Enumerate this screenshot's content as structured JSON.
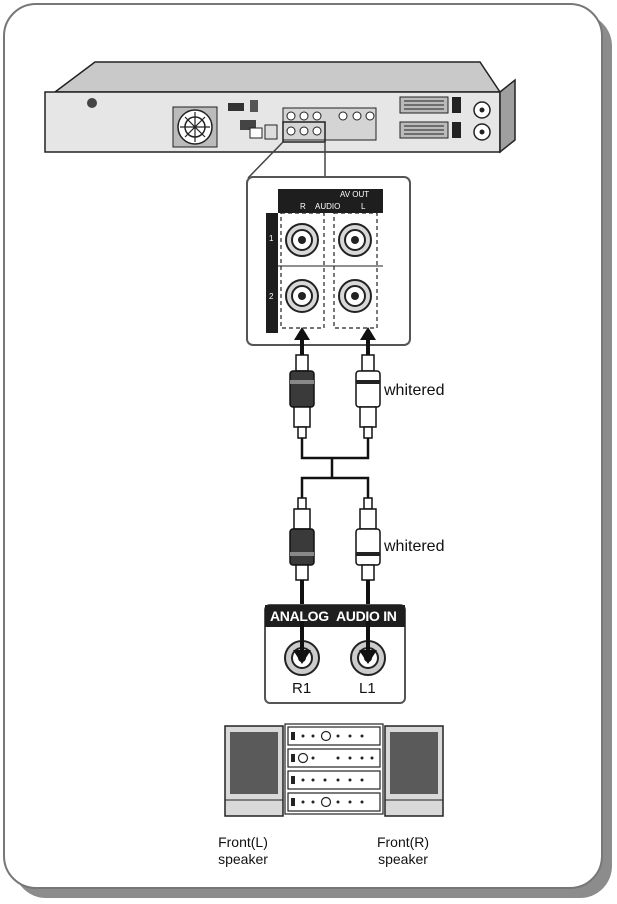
{
  "panel": {
    "section_title": "AV OUT",
    "audio_label": "AUDIO",
    "row_labels": [
      "1",
      "2"
    ],
    "channel_marks": [
      "R",
      "L"
    ]
  },
  "upper_cable": {
    "label": "whitered"
  },
  "lower_cable": {
    "label": "whitered"
  },
  "receiver": {
    "banner_left": "ANALOG",
    "banner_right": "AUDIO IN",
    "jack_left": "R1",
    "jack_right": "L1"
  },
  "speakers": {
    "left": [
      "Front(L)",
      "speaker"
    ],
    "right": [
      "Front(R)",
      "speaker"
    ]
  },
  "colors": {
    "outline": "#222222",
    "panel_dark": "#1e1e1e",
    "speaker_cabinet": "#d9d9d9",
    "speaker_cone": "#5a5a5a",
    "frame_shadow": "#9a9a9a"
  }
}
